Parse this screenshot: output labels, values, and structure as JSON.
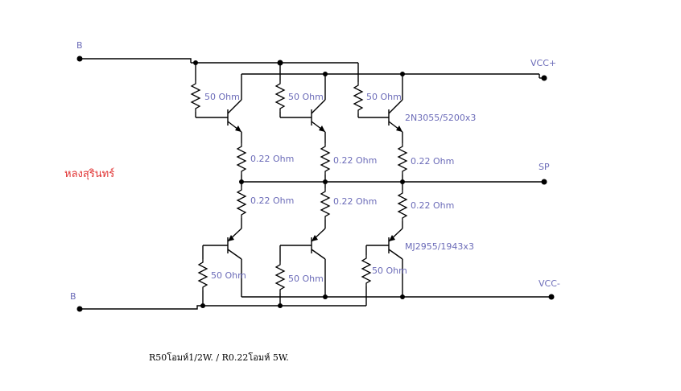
{
  "labels": {
    "b_top": "B",
    "b_bottom": "B",
    "vcc_plus": "VCC+",
    "sp": "SP",
    "vcc_minus": "VCC-",
    "r50_1": "50 Ohm",
    "r50_2": "50 Ohm",
    "r50_3": "50 Ohm",
    "r50_4": "50 Ohm",
    "r50_5": "50 Ohm",
    "r50_6": "50 Ohm",
    "r022_1": "0.22 Ohm",
    "r022_2": "0.22 Ohm",
    "r022_3": "0.22 Ohm",
    "r022_4": "0.22 Ohm",
    "r022_5": "0.22 Ohm",
    "r022_6": "0.22 Ohm",
    "npn_part": "2N3055/5200x3",
    "pnp_part": "MJ2955/1943x3",
    "author": "หลงสุรินทร์",
    "note": "R50โอมห์1/2W.  / R0.22โอมห์ 5W."
  },
  "colors": {
    "label_text": "#6b6bb8",
    "author_text": "#e03030",
    "wire": "#000000"
  }
}
